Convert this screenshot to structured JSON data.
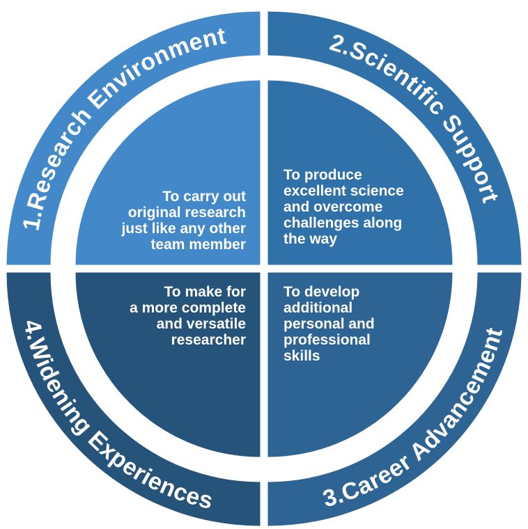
{
  "diagram": {
    "background_color": "#FFFFFF",
    "text_color": "#FFFFFF",
    "quadrants": [
      {
        "id": "research-environment",
        "position": "top-left",
        "label": "1.Research Environment",
        "description": "To carry out\noriginal research\njust like any other\nteam member",
        "color": "#4389C9"
      },
      {
        "id": "scientific-support",
        "position": "top-right",
        "label": "2.Scientific Support",
        "description": "To produce\nexcellent science\nand overcome\nchallenges along\nthe way",
        "color": "#2F71A8"
      },
      {
        "id": "career-advancement",
        "position": "bottom-right",
        "label": "3.Career Advancement",
        "description": "To develop\nadditional\npersonal and\nprofessional\nskills",
        "color": "#2E6494"
      },
      {
        "id": "widening-experiences",
        "position": "bottom-left",
        "label": "4.Widening Experiences",
        "description": "To make for\na more complete\nand versatile\nresearcher",
        "color": "#265379"
      }
    ]
  }
}
